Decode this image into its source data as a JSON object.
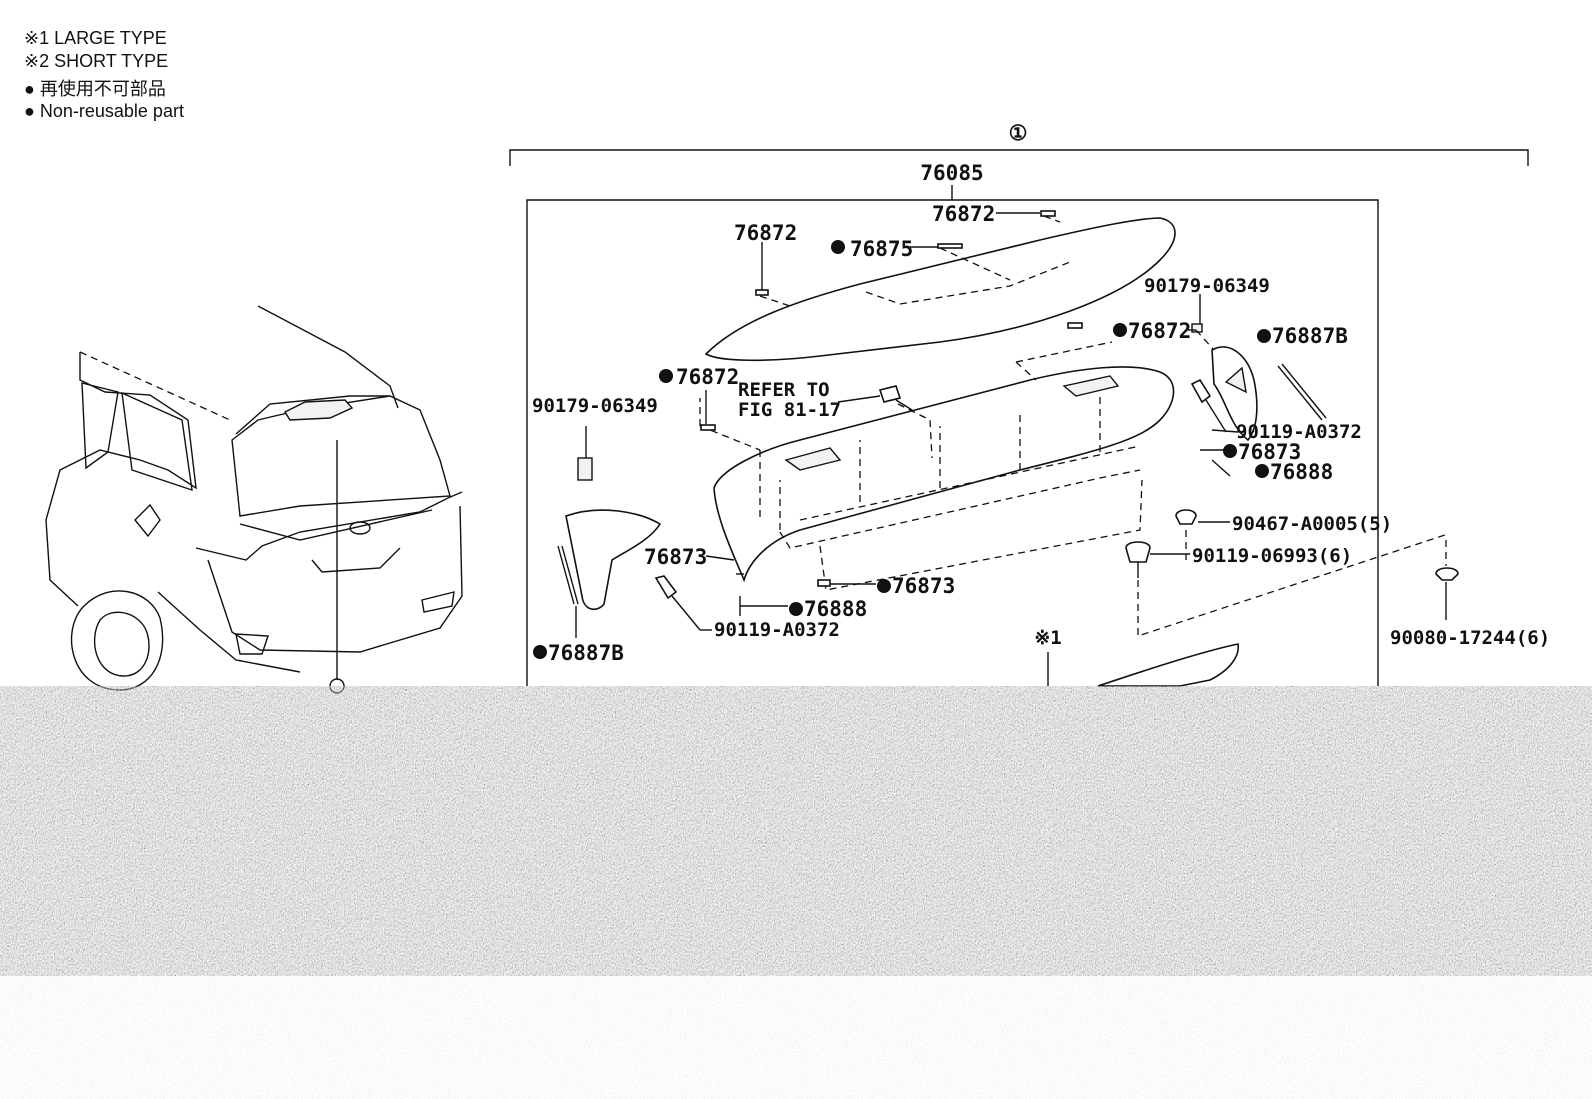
{
  "legend": {
    "large_type": "※1 LARGE TYPE",
    "short_type": "※2 SHORT TYPE",
    "non_reusable_jp": "● 再使用不可部品",
    "non_reusable_en": "● Non-reusable part"
  },
  "diagram": {
    "circle_ref": "①",
    "assembly_number": "76085",
    "refer_to_line1": "REFER TO",
    "refer_to_line2": "FIG 81-17",
    "large_type_marker": "※1",
    "parts": {
      "p76872_top": "76872",
      "p76872_left": "76872",
      "p76875": "76875",
      "p90179_06349_right": "90179-06349",
      "p76872_mid": "76872",
      "p76887B_right": "76887B",
      "p76872_leftmid": "76872",
      "p90179_06349_left": "90179-06349",
      "p90119_A0372_right": "90119-A0372",
      "p76873_right": "76873",
      "p76888_right": "76888",
      "p90467_A0005": "90467-A0005(5)",
      "p90119_06993": "90119-06993(6)",
      "p76873_left": "76873",
      "p76873_bottom": "76873",
      "p76888_bottom": "76888",
      "p90119_A0372_left": "90119-A0372",
      "p76887B_left": "76887B",
      "p90080_17244": "90080-17244(6)"
    }
  }
}
